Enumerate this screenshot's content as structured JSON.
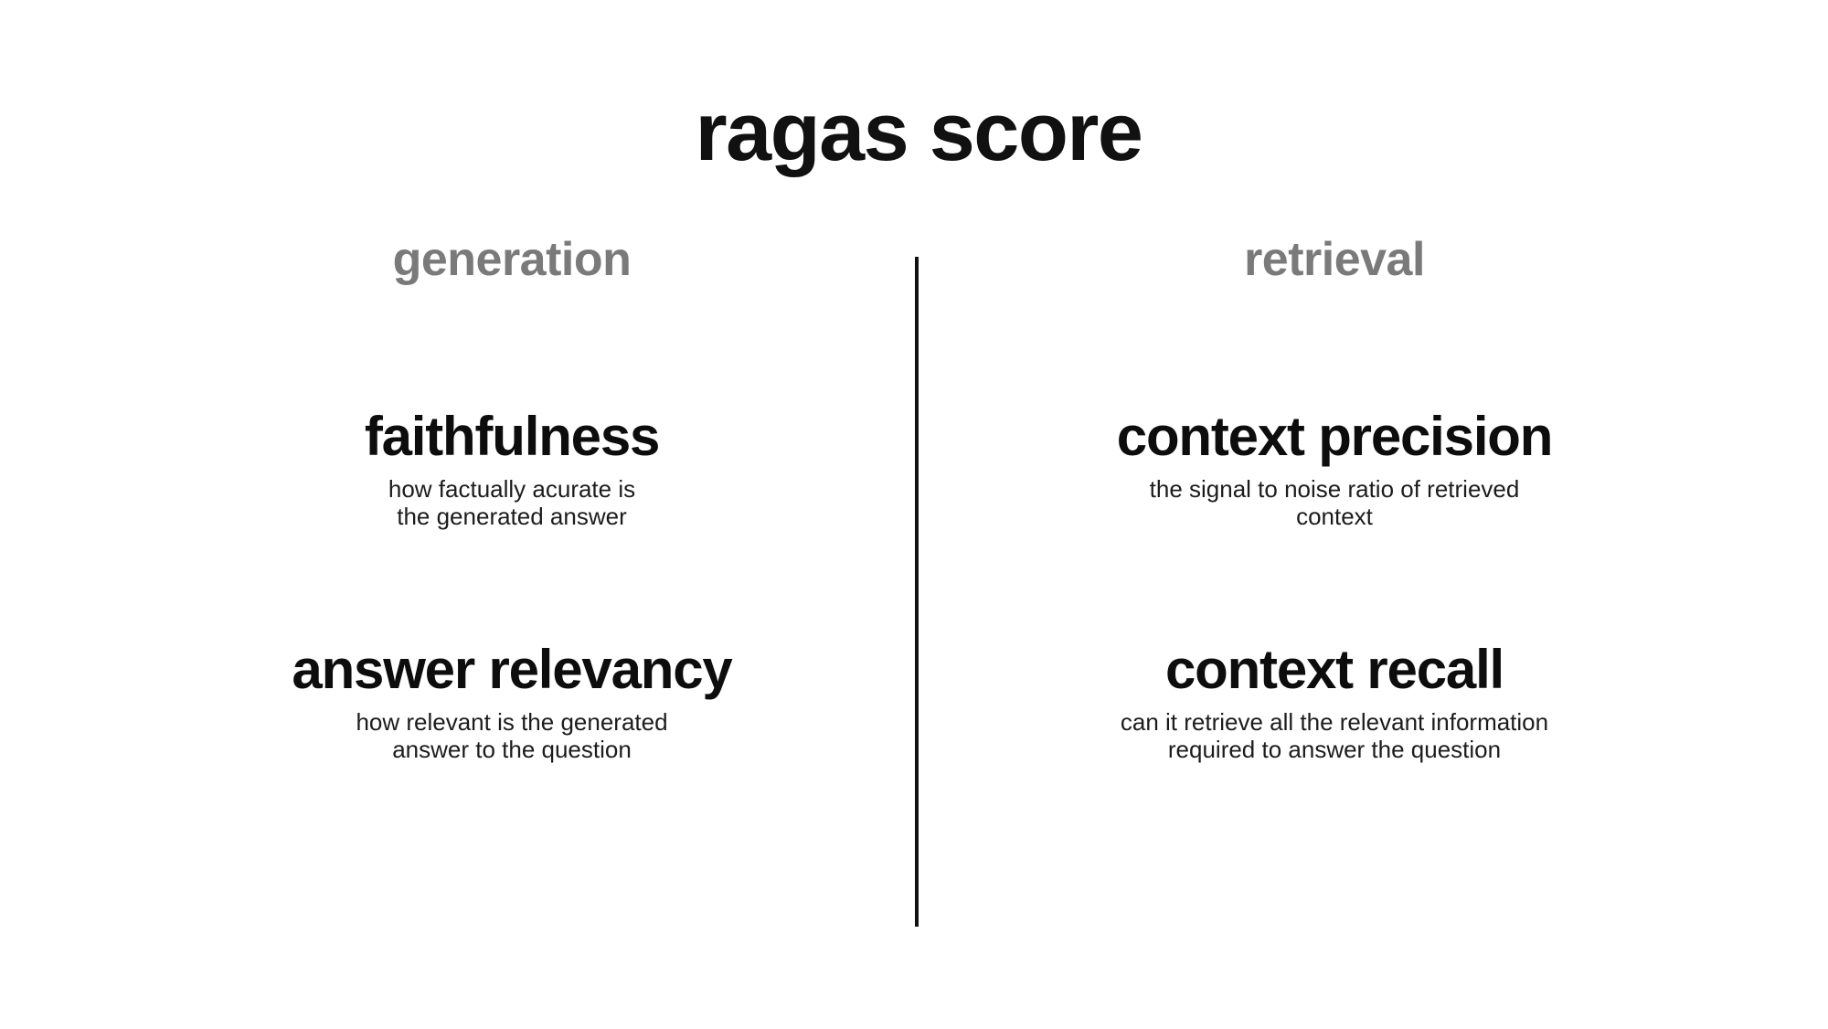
{
  "slide": {
    "title": "ragas score",
    "background_color": "#ffffff",
    "title_color": "#111111",
    "header_color": "#7a7a7a",
    "metric_name_color": "#0d0d0d",
    "description_color": "#1c1c1c",
    "divider_color": "#111111"
  },
  "columns": [
    {
      "header": "generation",
      "metrics": [
        {
          "name": "faithfulness",
          "description_lines": [
            "how factually acurate is",
            "the generated answer"
          ]
        },
        {
          "name": "answer relevancy",
          "description_lines": [
            "how relevant is the generated",
            "answer to the question"
          ]
        }
      ]
    },
    {
      "header": "retrieval",
      "metrics": [
        {
          "name": "context precision",
          "description_lines": [
            "the signal to noise ratio of retrieved",
            "context"
          ]
        },
        {
          "name": "context recall",
          "description_lines": [
            "can it retrieve all the relevant information",
            "required to answer the question"
          ]
        }
      ]
    }
  ]
}
